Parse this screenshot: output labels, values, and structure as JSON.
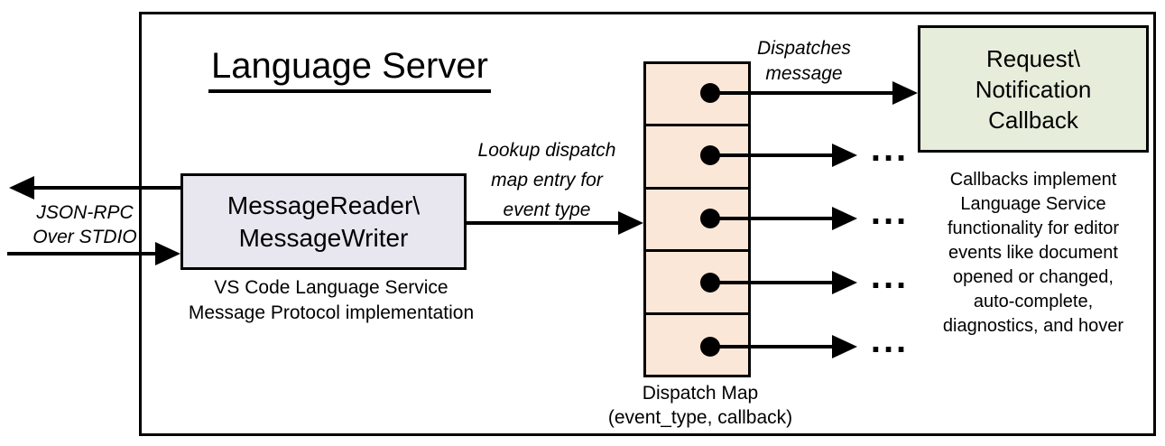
{
  "diagram": {
    "title": "Language Server",
    "stdio_label": "JSON-RPC\nOver STDIO",
    "message_box": {
      "label": "MessageReader\\\nMessageWriter",
      "caption": "VS Code Language Service\nMessage Protocol implementation"
    },
    "lookup_label": "Lookup dispatch\nmap entry for\nevent type",
    "dispatches_label": "Dispatches\nmessage",
    "dispatch_map": {
      "cell_count": 5,
      "caption": "Dispatch Map\n(event_type, callback)"
    },
    "callback_box": {
      "label": "Request\\\nNotification\nCallback"
    },
    "callbacks_note": "Callbacks implement\nLanguage Service\nfunctionality for editor\nevents like document\nopened or changed,\nauto-complete,\ndiagnostics, and hover",
    "ellipsis": "...",
    "colors": {
      "message_box_fill": "#e8e7f0",
      "dispatch_map_fill": "#fbe7d8",
      "callback_box_fill": "#e7eddb",
      "stroke": "#000000",
      "background": "#ffffff"
    }
  }
}
